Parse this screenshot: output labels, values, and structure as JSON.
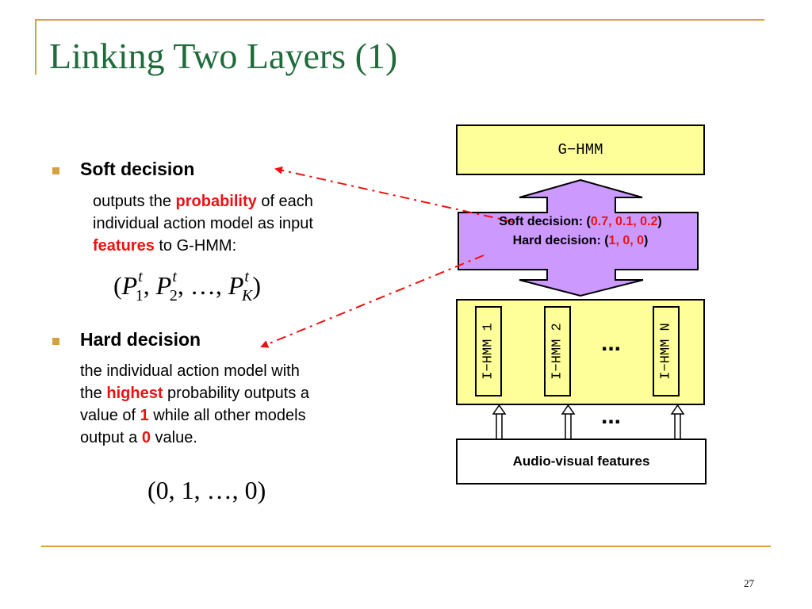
{
  "title": "Linking Two Layers (1)",
  "page_number": "27",
  "colors": {
    "title": "#1f6b3a",
    "accent_rule": "#d4a23a",
    "highlight": "#ee1111",
    "box_fill": "#ffff99",
    "arrow_fill": "#cc99ff"
  },
  "soft": {
    "heading": "Soft decision",
    "line1_pre": "outputs the ",
    "line1_hl": "probability",
    "line1_post": " of each",
    "line2": "individual action model as input",
    "line3_hl": "features",
    "line3_post": " to G-HMM:",
    "formula": {
      "open": "(",
      "var": "P",
      "sup": "t",
      "sub1": "1",
      "sub2": "2",
      "subK": "K",
      "sep": ", ",
      "ellipsis": "…",
      "close": ")"
    }
  },
  "hard": {
    "heading": "Hard decision",
    "line1": "the individual action model with",
    "line2_pre": "the ",
    "line2_hl": "highest",
    "line2_post": " probability outputs a",
    "line3_pre": "value of ",
    "line3_hl": "1",
    "line3_post": " while all other models",
    "line4_pre": "output a ",
    "line4_hl": "0",
    "line4_post": " value.",
    "formula": "(0, 1, …, 0)"
  },
  "diagram": {
    "ghmm_label": "G−HMM",
    "soft_label": "Soft decision: (",
    "soft_values": "0.7, 0.1, 0.2",
    "hard_label": "Hard decision: (",
    "hard_values": "1, 0, 0",
    "close_paren": ")",
    "ihmm": [
      "I−HMM 1",
      "I−HMM 2",
      "I−HMM N"
    ],
    "dots": "...",
    "features_label": "Audio-visual features"
  }
}
